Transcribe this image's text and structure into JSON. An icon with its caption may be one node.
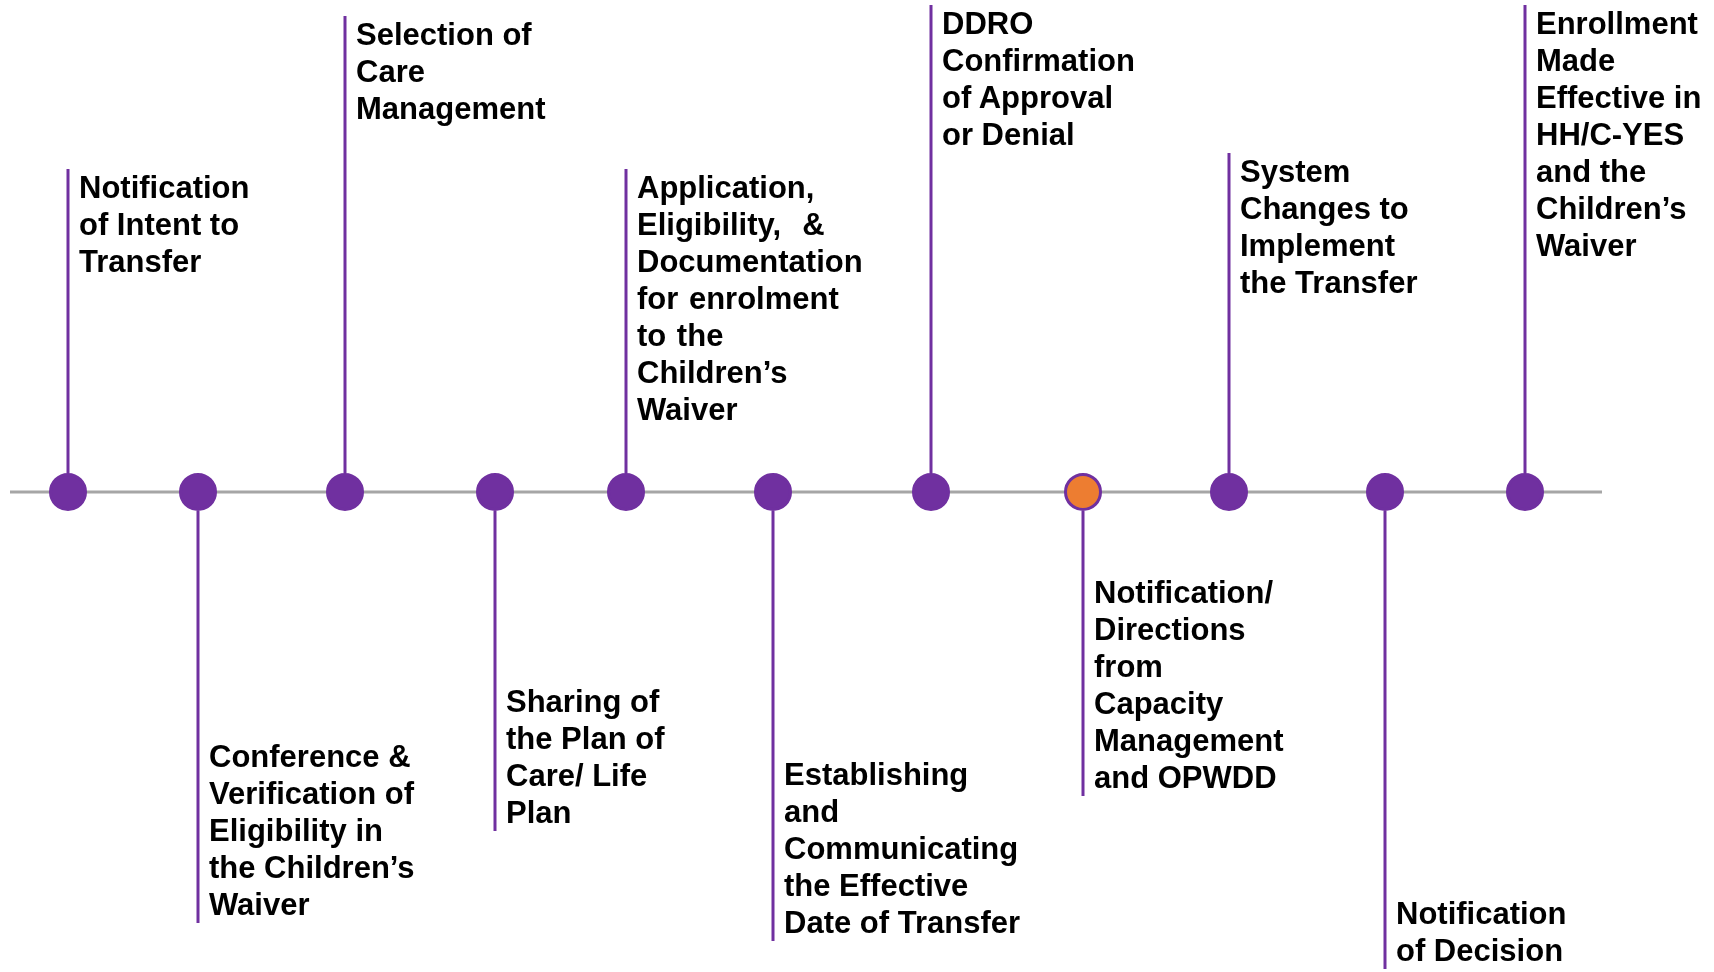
{
  "diagram": {
    "nodes": [
      {
        "text": [
          "Notification of Intent to Transfer"
        ]
      },
      {
        "text": [
          "Conference & Verification of Eligibility in the Children’s Waiver"
        ]
      },
      {
        "text": [
          "Selection of Care Management"
        ]
      },
      {
        "text": [
          "Sharing of the Plan of Care/ Life Plan"
        ]
      },
      {
        "text": [
          "Application, Eligibility,  & Documentation for enrolment to the Children’s Waiver"
        ]
      },
      {
        "text": [
          "Establishing and Communicating the Effective Date of Transfer"
        ]
      },
      {
        "text": [
          "DDRO Confirmation of Approval or Denial"
        ]
      },
      {
        "text": [
          "Notification/ Directions from Capacity Management and OPWDD"
        ]
      },
      {
        "text": [
          "System Changes to Implement the Transfer"
        ]
      },
      {
        "text": [
          "Notification of Decision"
        ]
      },
      {
        "text": [
          "Enrollment Made Effective in HH/C-YES and the Children’s Waiver"
        ]
      },
      {
        "text": [],
        "shape": "circle"
      },
      {
        "text": [],
        "shape": "circle"
      },
      {
        "text": [],
        "shape": "circle"
      },
      {
        "text": [],
        "shape": "circle"
      },
      {
        "text": [],
        "shape": "circle"
      },
      {
        "text": [],
        "shape": "circle"
      },
      {
        "text": [],
        "shape": "circle"
      },
      {
        "text": [],
        "shape": "circle"
      },
      {
        "text": [],
        "shape": "circle"
      },
      {
        "text": [],
        "shape": "circle"
      },
      {
        "text": [],
        "shape": "circle"
      }
    ],
    "edges": [
      {
        "from": 0,
        "to": 11,
        "arrow": "none"
      },
      {
        "from": 1,
        "to": 12,
        "arrow": "none"
      },
      {
        "from": 2,
        "to": 13,
        "arrow": "none"
      },
      {
        "from": 3,
        "to": 14,
        "arrow": "none"
      },
      {
        "from": 4,
        "to": 15,
        "arrow": "none"
      },
      {
        "from": 5,
        "to": 16,
        "arrow": "none"
      },
      {
        "from": 6,
        "to": 17,
        "arrow": "none"
      },
      {
        "from": 7,
        "to": 18,
        "arrow": "none"
      },
      {
        "from": 8,
        "to": 19,
        "arrow": "none"
      },
      {
        "from": 9,
        "to": 20,
        "arrow": "none"
      },
      {
        "from": 10,
        "to": 21,
        "arrow": "none"
      }
    ]
  }
}
